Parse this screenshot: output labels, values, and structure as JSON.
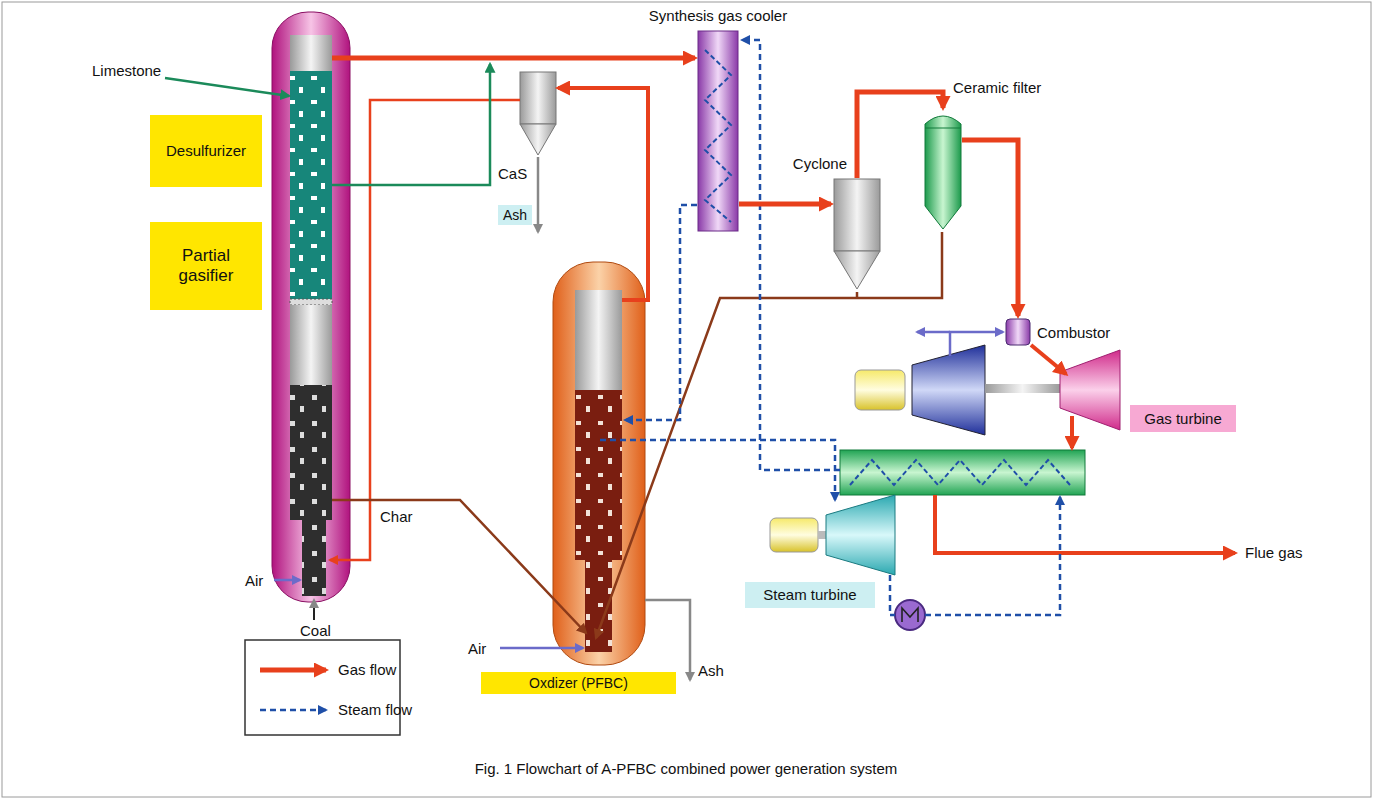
{
  "diagram": {
    "caption": "Fig. 1 Flowchart of A-PFBC combined power generation system",
    "nodes": [
      {
        "text": [
          "Desulfurizer"
        ]
      },
      {
        "text": [
          "Partial gasifier"
        ]
      },
      {
        "text": [
          "Synthesis gas cooler"
        ]
      },
      {
        "text": [
          "Cyclone"
        ]
      },
      {
        "text": [
          "Ceramic filter"
        ]
      },
      {
        "text": [
          "Combustor"
        ]
      },
      {
        "text": [
          "Ash"
        ]
      },
      {
        "text": [
          "Gas turbine"
        ]
      },
      {
        "text": [
          "Oxdizer (PFBC)"
        ]
      },
      {
        "text": [
          "Steam turbine"
        ]
      }
    ],
    "edges": [
      {
        "from": 2,
        "to": 3,
        "arrow": "to"
      },
      {
        "from": 3,
        "to": 4,
        "arrow": "to"
      },
      {
        "from": 4,
        "to": 5,
        "arrow": "to"
      }
    ],
    "labels": [
      "Limestone",
      "CaS",
      "Air",
      "Coal",
      "Char",
      "Air",
      "Ash",
      "Flue gas"
    ],
    "legend": [
      {
        "text": "Gas flow"
      },
      {
        "text": "Steam flow"
      }
    ]
  }
}
